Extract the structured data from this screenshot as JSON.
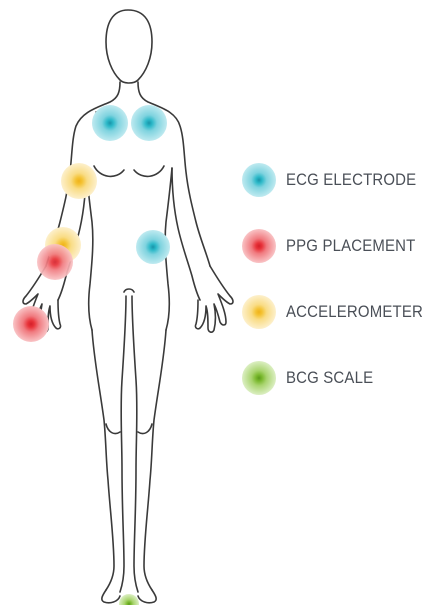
{
  "legend": {
    "items": [
      {
        "key": "ecg",
        "label": "ECG ELECTRODE",
        "icon": "ecg-electrode-icon",
        "color": "#2bb8c8",
        "halo": "#a7e1ea"
      },
      {
        "key": "ppg",
        "label": "PPG PLACEMENT",
        "icon": "ppg-placement-icon",
        "color": "#e8333a",
        "halo": "#f6a7a9"
      },
      {
        "key": "accel",
        "label": "ACCELEROMETER",
        "icon": "accelerometer-icon",
        "color": "#f4c233",
        "halo": "#fbe7ad"
      },
      {
        "key": "bcg",
        "label": "BCG SCALE",
        "icon": "bcg-scale-icon",
        "color": "#79b82d",
        "halo": "#c9e4a3"
      }
    ]
  },
  "colors": {
    "outline": "#3a3a3a",
    "text": "#4a4f57",
    "background": "#ffffff"
  }
}
